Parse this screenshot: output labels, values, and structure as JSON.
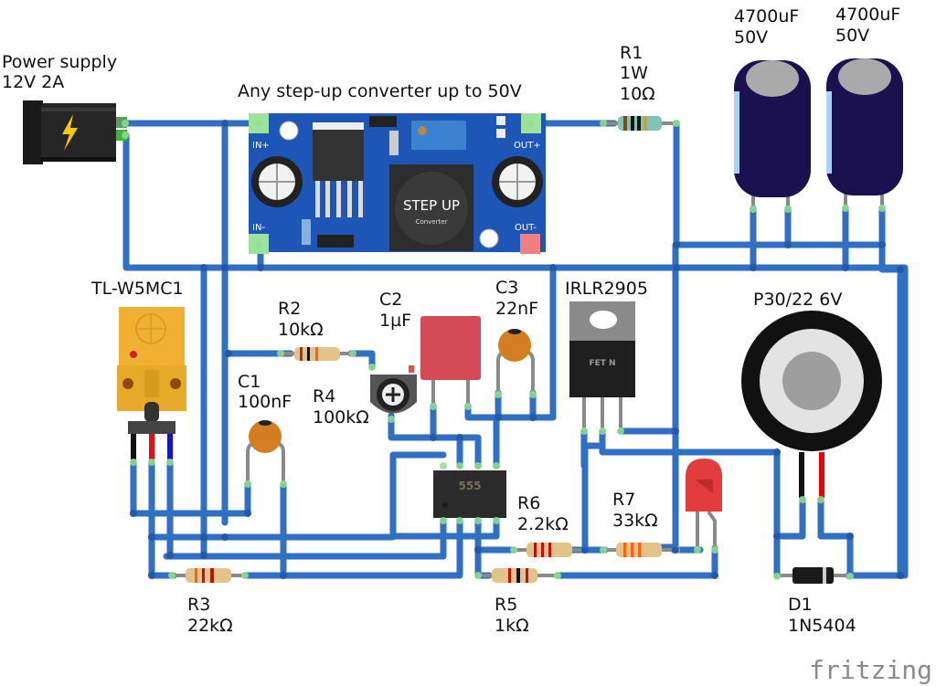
{
  "diagram": {
    "software": "fritzing",
    "wire_color": "#2f6fc4",
    "components": {
      "power_supply": {
        "name": "Power supply",
        "rating": "12V 2A"
      },
      "converter": {
        "title": "Any step-up converter up to 50V",
        "chip_text": "STEP UP",
        "chip_sub": "Converter",
        "pin_in_plus": "IN+",
        "pin_in_minus": "IN-",
        "pin_out_plus": "OUT+",
        "pin_out_minus": "OUT-"
      },
      "r1": {
        "ref": "R1",
        "power": "1W",
        "value": "10Ω"
      },
      "cap_big_1": {
        "value": "4700uF",
        "voltage": "50V"
      },
      "cap_big_2": {
        "value": "4700uF",
        "voltage": "50V"
      },
      "sensor": {
        "name": "TL-W5MC1"
      },
      "r2": {
        "ref": "R2",
        "value": "10kΩ"
      },
      "c1": {
        "ref": "C1",
        "value": "100nF"
      },
      "r4": {
        "ref": "R4",
        "value": "100kΩ"
      },
      "c2": {
        "ref": "C2",
        "value": "1µF"
      },
      "c3": {
        "ref": "C3",
        "value": "22nF"
      },
      "mosfet": {
        "name": "IRLR2905",
        "body_text": "FET N"
      },
      "magnet": {
        "name": "P30/22 6V"
      },
      "timer": {
        "body_text": "555"
      },
      "r6": {
        "ref": "R6",
        "value": "2.2kΩ"
      },
      "r7": {
        "ref": "R7",
        "value": "33kΩ"
      },
      "r3": {
        "ref": "R3",
        "value": "22kΩ"
      },
      "r5": {
        "ref": "R5",
        "value": "1kΩ"
      },
      "d1": {
        "ref": "D1",
        "value": "1N5404"
      },
      "led": {
        "color": "red"
      }
    },
    "logo": "fritzing"
  }
}
